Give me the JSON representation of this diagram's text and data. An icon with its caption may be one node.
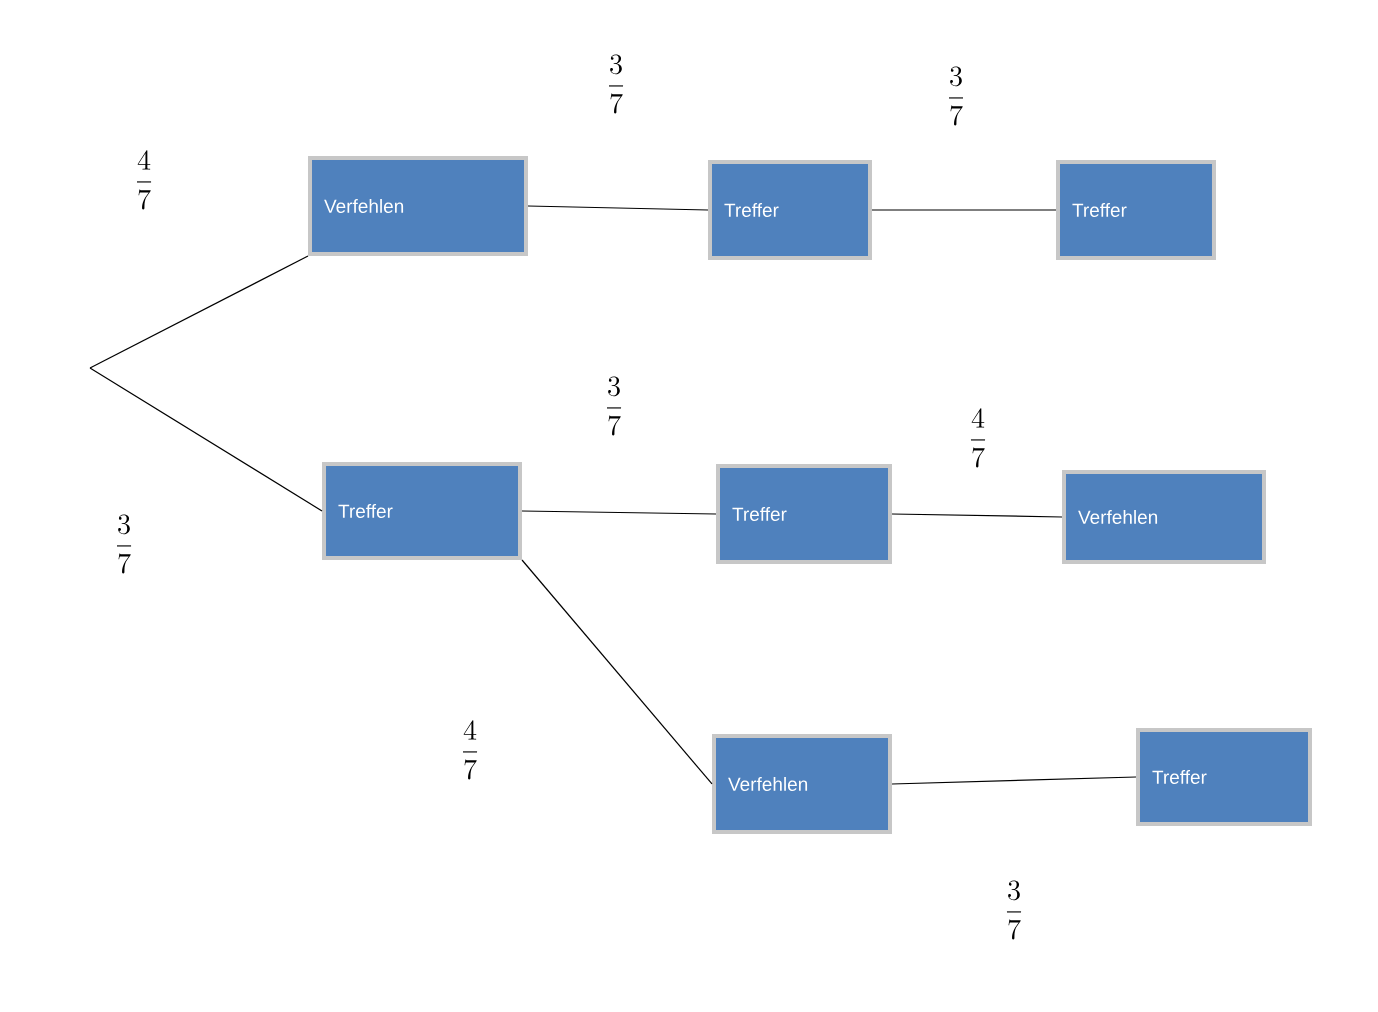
{
  "diagram": {
    "nodes": [
      {
        "text": [
          "Verfehlen"
        ]
      },
      {
        "text": [
          "Treffer"
        ]
      },
      {
        "text": [
          "Treffer"
        ]
      },
      {
        "text": [
          "Treffer"
        ]
      },
      {
        "text": [
          "Treffer"
        ]
      },
      {
        "text": [
          "Verfehlen"
        ]
      },
      {
        "text": [
          "Verfehlen"
        ]
      },
      {
        "text": [
          "Treffer"
        ]
      }
    ],
    "edges": [
      {
        "from": null,
        "to": 0,
        "arrow": "none"
      },
      {
        "from": null,
        "to": 3,
        "arrow": "none"
      },
      {
        "from": 0,
        "to": 1,
        "arrow": "none"
      },
      {
        "from": 1,
        "to": 2,
        "arrow": "none"
      },
      {
        "from": 3,
        "to": 4,
        "arrow": "none"
      },
      {
        "from": 4,
        "to": 5,
        "arrow": "none"
      },
      {
        "from": 3,
        "to": 6,
        "arrow": "none"
      },
      {
        "from": 6,
        "to": 7,
        "arrow": "none"
      }
    ],
    "labels": [
      "\\frac{3}{7}",
      "\\frac{3}{7}",
      "\\frac{4}{7}",
      "\\frac{3}{7}",
      "\\frac{4}{7}",
      "\\frac{3}{7}",
      "\\frac{4}{7}",
      "\\frac{3}{7}"
    ]
  }
}
